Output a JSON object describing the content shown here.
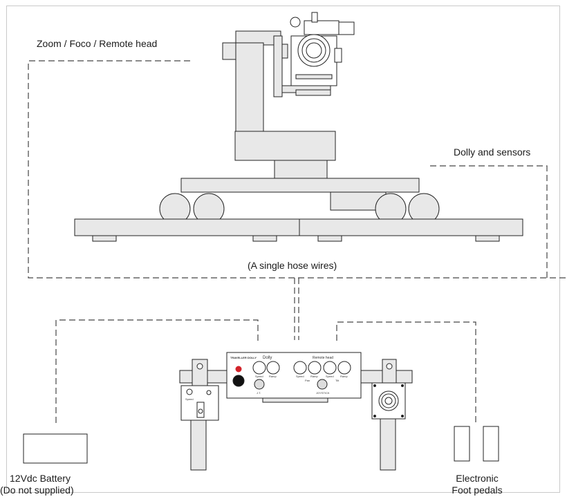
{
  "labels": {
    "remote_head": "Zoom / Foco / Remote head",
    "dolly_sensors": "Dolly and sensors",
    "hose": "(A single hose wires)",
    "battery_line1": "12Vdc Battery",
    "battery_line2": "(Do not supplied)",
    "pedals_line1": "Electronic",
    "pedals_line2": "Foot pedals"
  },
  "controller": {
    "brand": "TRAVELLER DOLLY",
    "dolly_title": "Dolly",
    "remote_title": "Remote head",
    "speed": "Speed",
    "ramp": "Ramp",
    "pan": "Pan",
    "tilt": "Tilt",
    "joystick_dolly": "J.T.",
    "joystick_head": "JOYSTICK",
    "handle_speed": "Speed"
  },
  "colors": {
    "fill": "#e8e8e8",
    "stroke": "#222222",
    "dash": "#444444",
    "indicator": "#d2232a"
  }
}
